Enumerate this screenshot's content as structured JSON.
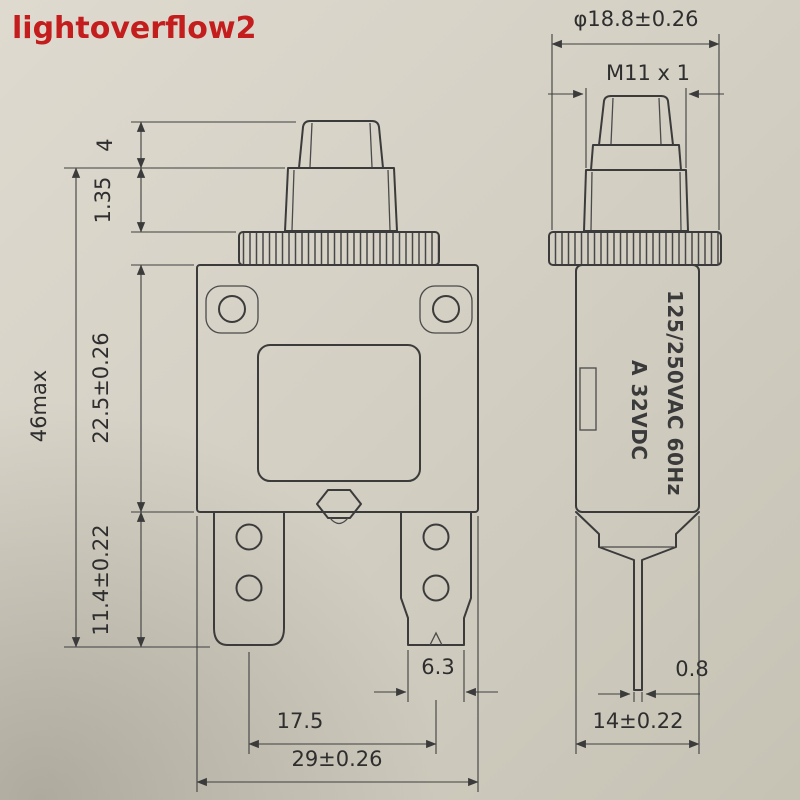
{
  "watermark": {
    "text": "lightoverflow2"
  },
  "page": {
    "description": "Engineering dimension drawing of a push-button thermal circuit breaker, front view and side view on paper"
  },
  "dims": {
    "top_diameter": "φ18.8±0.26",
    "thread_spec": "M11 x 1",
    "cap_height": "4",
    "bushing_height": "1.35",
    "body_height": "22.5±0.26",
    "overall_height": "46max",
    "terminal_length": "11.4±0.22",
    "tab_width": "6.3",
    "terminal_spacing": "17.5",
    "body_width": "29±0.26",
    "pin_thickness": "0.8",
    "side_width": "14±0.22"
  },
  "ratings": {
    "line1": "125/250VAC 60Hz",
    "line2": "A 32VDC"
  },
  "colors": {
    "paper": "#d4d0c4",
    "ink": "#3b3b3b",
    "watermark": "#c41d1d"
  }
}
